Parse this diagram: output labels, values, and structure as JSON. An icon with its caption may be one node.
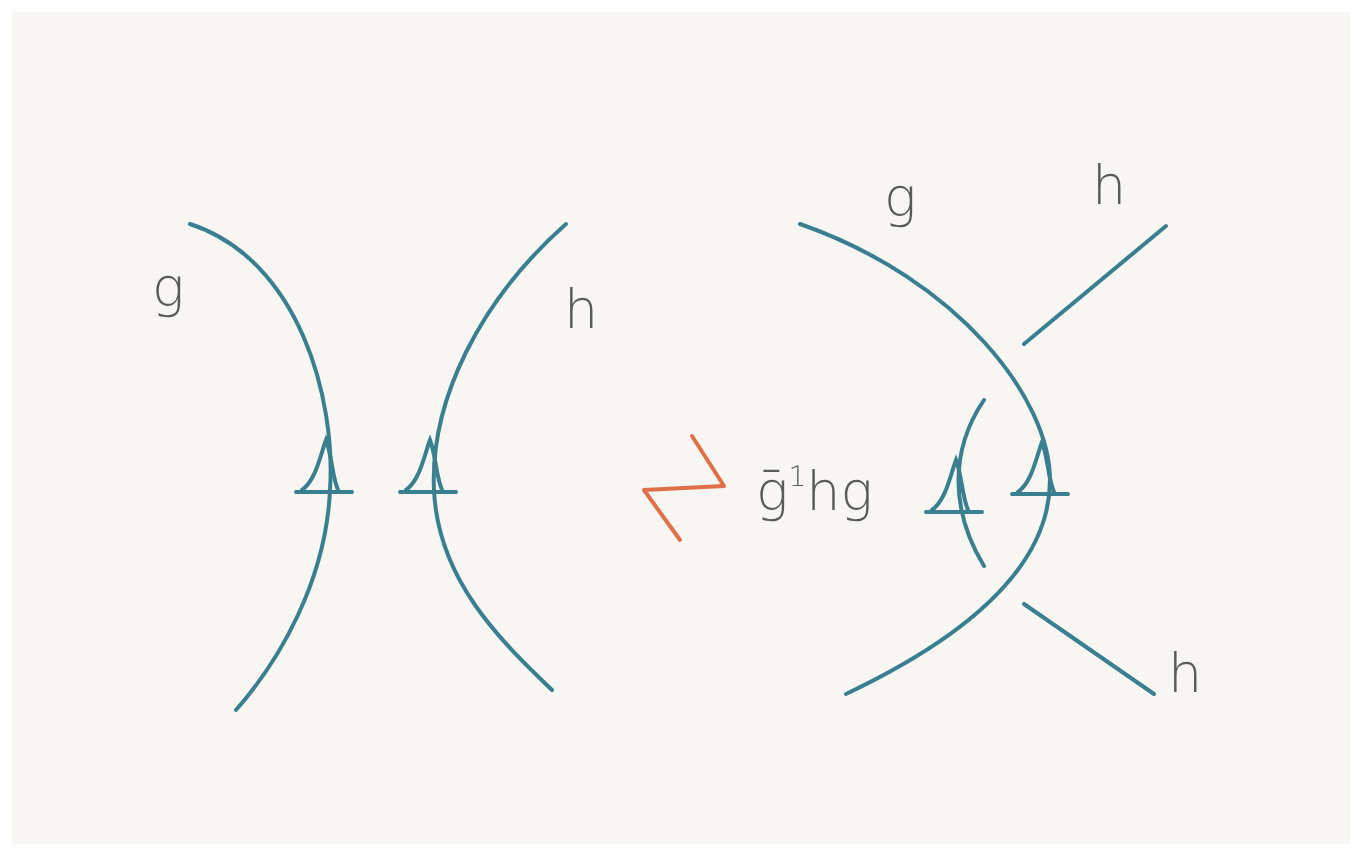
{
  "diagram": {
    "labels": [
      "g",
      "h",
      "g",
      "h",
      "ḡ$^{1}$hg",
      "h"
    ]
  }
}
